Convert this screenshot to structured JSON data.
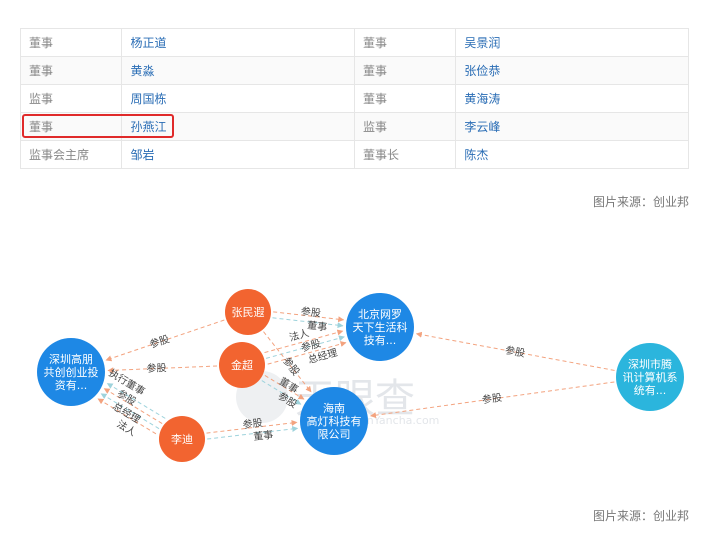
{
  "table": {
    "rows": [
      [
        {
          "role": "董事",
          "name": "杨正道"
        },
        {
          "role": "董事",
          "name": "吴景润"
        }
      ],
      [
        {
          "role": "董事",
          "name": "黄淼"
        },
        {
          "role": "董事",
          "name": "张俭恭"
        }
      ],
      [
        {
          "role": "监事",
          "name": "周国栋"
        },
        {
          "role": "董事",
          "name": "黄海涛"
        }
      ],
      [
        {
          "role": "董事",
          "name": "孙燕江"
        },
        {
          "role": "监事",
          "name": "李云峰"
        }
      ],
      [
        {
          "role": "监事会主席",
          "name": "邹岩"
        },
        {
          "role": "董事长",
          "name": "陈杰"
        }
      ]
    ]
  },
  "credit": "图片来源：创业邦",
  "watermark": {
    "text": "天眼查",
    "url": "TianYancha.com"
  },
  "colors": {
    "person": "#f26430",
    "company": "#1e88e5",
    "edge": "#f3a37f",
    "edge_alt": "#9ed3dc"
  },
  "graph": {
    "nodes": [
      {
        "id": "zhangminxia",
        "type": "person",
        "lines": [
          "张民遐"
        ]
      },
      {
        "id": "jinchao",
        "type": "person",
        "lines": [
          "金超"
        ]
      },
      {
        "id": "lidi",
        "type": "person",
        "lines": [
          "李迪"
        ]
      },
      {
        "id": "shenzhen_gaopeng",
        "type": "company",
        "lines": [
          "深圳高朋",
          "共创创业投",
          "资有..."
        ]
      },
      {
        "id": "beijing_wangluo",
        "type": "company",
        "lines": [
          "北京网罗",
          "天下生活科",
          "技有..."
        ]
      },
      {
        "id": "hainan_gaodeng",
        "type": "company",
        "lines": [
          "海南",
          "高灯科技有",
          "限公司"
        ]
      },
      {
        "id": "shenzhen_tencent",
        "type": "company",
        "lines": [
          "深圳市腾",
          "讯计算机系",
          "统有..."
        ]
      }
    ],
    "edges": [
      {
        "from": "zhangminxia",
        "to": "shenzhen_gaopeng",
        "labels": [
          "参股"
        ]
      },
      {
        "from": "jinchao",
        "to": "shenzhen_gaopeng",
        "labels": [
          "参股"
        ]
      },
      {
        "from": "lidi",
        "to": "shenzhen_gaopeng",
        "labels": [
          "法人",
          "总经理",
          "参股",
          "执行董事"
        ]
      },
      {
        "from": "zhangminxia",
        "to": "beijing_wangluo",
        "labels": [
          "参股",
          "董事"
        ]
      },
      {
        "from": "jinchao",
        "to": "beijing_wangluo",
        "labels": [
          "法人",
          "参股",
          "总经理"
        ]
      },
      {
        "from": "zhangminxia",
        "to": "hainan_gaodeng",
        "labels": [
          "参股"
        ]
      },
      {
        "from": "jinchao",
        "to": "hainan_gaodeng",
        "labels": [
          "董事",
          "参股"
        ]
      },
      {
        "from": "lidi",
        "to": "hainan_gaodeng",
        "labels": [
          "参股",
          "董事"
        ]
      },
      {
        "from": "shenzhen_tencent",
        "to": "beijing_wangluo",
        "labels": [
          "参股"
        ]
      },
      {
        "from": "shenzhen_tencent",
        "to": "hainan_gaodeng",
        "labels": [
          "参股"
        ]
      }
    ]
  }
}
